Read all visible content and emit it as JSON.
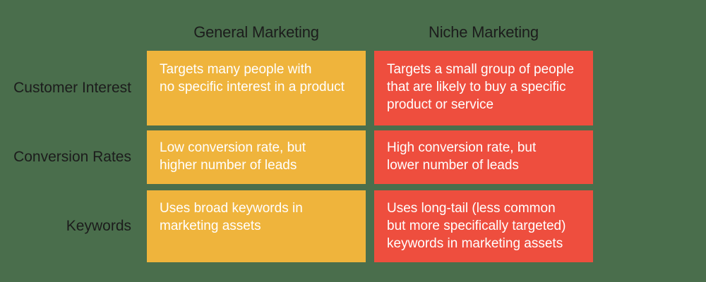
{
  "background_color": "#4a6e4c",
  "columns": [
    {
      "id": "general",
      "label": "General Marketing",
      "color": "#efb43c"
    },
    {
      "id": "niche",
      "label": "Niche Marketing",
      "color": "#ee4e3e"
    }
  ],
  "rows": [
    {
      "label": "Customer\nInterest",
      "general": "Targets many people with\nno specific interest in a product",
      "niche": "Targets a small group of people\nthat are likely to buy a specific\nproduct or service"
    },
    {
      "label": "Conversion\nRates",
      "general": "Low conversion rate, but\nhigher number of leads",
      "niche": "High conversion rate, but\nlower number of leads"
    },
    {
      "label": "Keywords",
      "general": "Uses broad keywords in\nmarketing assets",
      "niche": "Uses long-tail (less common\nbut more specifically targeted)\nkeywords in marketing assets"
    }
  ]
}
